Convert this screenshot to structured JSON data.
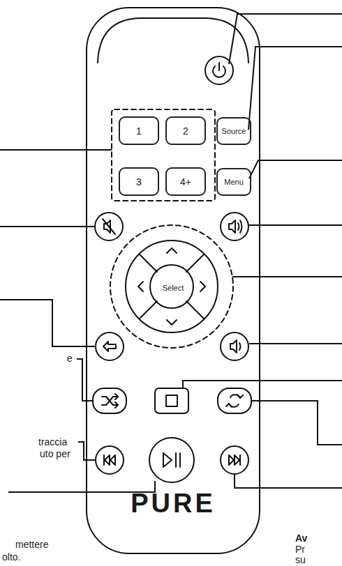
{
  "diagram": {
    "nodes": [
      {
        "text": [
          "PURE"
        ]
      },
      {
        "text": [
          "1"
        ],
        "in": 0
      },
      {
        "text": [
          "2"
        ],
        "in": 0
      },
      {
        "text": [
          "Source"
        ],
        "in": 0
      },
      {
        "text": [
          "3"
        ],
        "in": 0
      },
      {
        "text": [
          "4+"
        ],
        "in": 0
      },
      {
        "text": [
          "Menu"
        ],
        "in": 0
      },
      {
        "text": [
          "Select"
        ],
        "in": 0
      }
    ],
    "labels": [
      "e",
      "traccia",
      "uto per",
      "mettere",
      "olto.",
      "Av",
      "Pr",
      "su"
    ]
  }
}
